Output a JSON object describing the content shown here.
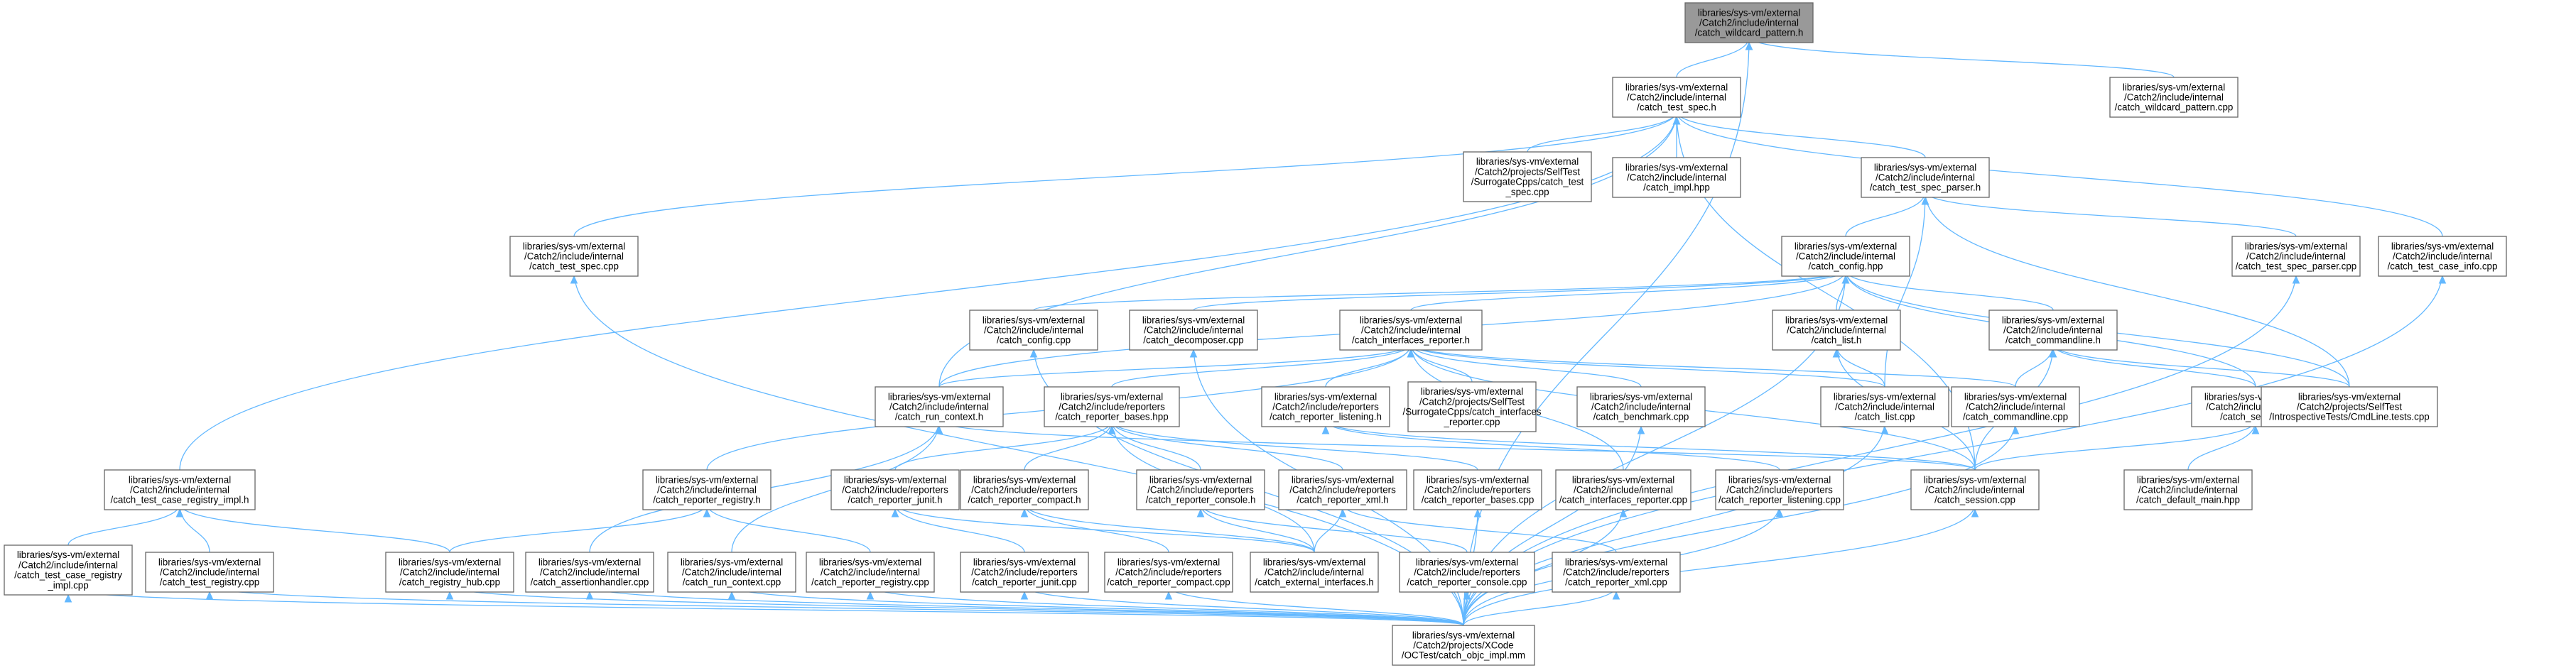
{
  "nodes": [
    {
      "id": "n_wildcard_h",
      "lines": [
        "libraries/sys-vm/external",
        "/Catch2/include/internal",
        "/catch_wildcard_pattern.h"
      ],
      "root": true
    },
    {
      "id": "n_test_spec_h",
      "lines": [
        "libraries/sys-vm/external",
        "/Catch2/include/internal",
        "/catch_test_spec.h"
      ]
    },
    {
      "id": "n_wildcard_cpp",
      "lines": [
        "libraries/sys-vm/external",
        "/Catch2/include/internal",
        "/catch_wildcard_pattern.cpp"
      ]
    },
    {
      "id": "n_surrogate_test_spec",
      "lines": [
        "libraries/sys-vm/external",
        "/Catch2/projects/SelfTest",
        "/SurrogateCpps/catch_test",
        "_spec.cpp"
      ]
    },
    {
      "id": "n_impl_hpp",
      "lines": [
        "libraries/sys-vm/external",
        "/Catch2/include/internal",
        "/catch_impl.hpp"
      ]
    },
    {
      "id": "n_test_spec_parser_h",
      "lines": [
        "libraries/sys-vm/external",
        "/Catch2/include/internal",
        "/catch_test_spec_parser.h"
      ]
    },
    {
      "id": "n_test_spec_cpp",
      "lines": [
        "libraries/sys-vm/external",
        "/Catch2/include/internal",
        "/catch_test_spec.cpp"
      ]
    },
    {
      "id": "n_config_hpp",
      "lines": [
        "libraries/sys-vm/external",
        "/Catch2/include/internal",
        "/catch_config.hpp"
      ]
    },
    {
      "id": "n_test_spec_parser_cpp",
      "lines": [
        "libraries/sys-vm/external",
        "/Catch2/include/internal",
        "/catch_test_spec_parser.cpp"
      ]
    },
    {
      "id": "n_test_case_info_cpp",
      "lines": [
        "libraries/sys-vm/external",
        "/Catch2/include/internal",
        "/catch_test_case_info.cpp"
      ]
    },
    {
      "id": "n_config_cpp",
      "lines": [
        "libraries/sys-vm/external",
        "/Catch2/include/internal",
        "/catch_config.cpp"
      ]
    },
    {
      "id": "n_decomposer_cpp",
      "lines": [
        "libraries/sys-vm/external",
        "/Catch2/include/internal",
        "/catch_decomposer.cpp"
      ]
    },
    {
      "id": "n_interfaces_reporter_h",
      "lines": [
        "libraries/sys-vm/external",
        "/Catch2/include/internal",
        "/catch_interfaces_reporter.h"
      ]
    },
    {
      "id": "n_list_h",
      "lines": [
        "libraries/sys-vm/external",
        "/Catch2/include/internal",
        "/catch_list.h"
      ]
    },
    {
      "id": "n_commandline_h",
      "lines": [
        "libraries/sys-vm/external",
        "/Catch2/include/internal",
        "/catch_commandline.h"
      ]
    },
    {
      "id": "n_run_context_h",
      "lines": [
        "libraries/sys-vm/external",
        "/Catch2/include/internal",
        "/catch_run_context.h"
      ]
    },
    {
      "id": "n_reporter_bases_hpp",
      "lines": [
        "libraries/sys-vm/external",
        "/Catch2/include/reporters",
        "/catch_reporter_bases.hpp"
      ]
    },
    {
      "id": "n_reporter_listening_h",
      "lines": [
        "libraries/sys-vm/external",
        "/Catch2/include/reporters",
        "/catch_reporter_listening.h"
      ]
    },
    {
      "id": "n_surrogate_interfaces_reporter",
      "lines": [
        "libraries/sys-vm/external",
        "/Catch2/projects/SelfTest",
        "/SurrogateCpps/catch_interfaces",
        "_reporter.cpp"
      ]
    },
    {
      "id": "n_benchmark_cpp",
      "lines": [
        "libraries/sys-vm/external",
        "/Catch2/include/internal",
        "/catch_benchmark.cpp"
      ]
    },
    {
      "id": "n_list_cpp",
      "lines": [
        "libraries/sys-vm/external",
        "/Catch2/include/internal",
        "/catch_list.cpp"
      ]
    },
    {
      "id": "n_commandline_cpp",
      "lines": [
        "libraries/sys-vm/external",
        "/Catch2/include/internal",
        "/catch_commandline.cpp"
      ]
    },
    {
      "id": "n_session_h",
      "lines": [
        "libraries/sys-vm/external",
        "/Catch2/include/internal",
        "/catch_session.h"
      ]
    },
    {
      "id": "n_cmdline_tests",
      "lines": [
        "libraries/sys-vm/external",
        "/Catch2/projects/SelfTest",
        "/IntrospectiveTests/CmdLine.tests.cpp"
      ]
    },
    {
      "id": "n_test_case_registry_impl_h",
      "lines": [
        "libraries/sys-vm/external",
        "/Catch2/include/internal",
        "/catch_test_case_registry_impl.h"
      ]
    },
    {
      "id": "n_reporter_registry_h",
      "lines": [
        "libraries/sys-vm/external",
        "/Catch2/include/internal",
        "/catch_reporter_registry.h"
      ]
    },
    {
      "id": "n_reporter_junit_h",
      "lines": [
        "libraries/sys-vm/external",
        "/Catch2/include/reporters",
        "/catch_reporter_junit.h"
      ]
    },
    {
      "id": "n_reporter_compact_h",
      "lines": [
        "libraries/sys-vm/external",
        "/Catch2/include/reporters",
        "/catch_reporter_compact.h"
      ]
    },
    {
      "id": "n_reporter_console_h",
      "lines": [
        "libraries/sys-vm/external",
        "/Catch2/include/reporters",
        "/catch_reporter_console.h"
      ]
    },
    {
      "id": "n_reporter_xml_h",
      "lines": [
        "libraries/sys-vm/external",
        "/Catch2/include/reporters",
        "/catch_reporter_xml.h"
      ]
    },
    {
      "id": "n_reporter_bases_cpp",
      "lines": [
        "libraries/sys-vm/external",
        "/Catch2/include/reporters",
        "/catch_reporter_bases.cpp"
      ]
    },
    {
      "id": "n_interfaces_reporter_cpp",
      "lines": [
        "libraries/sys-vm/external",
        "/Catch2/include/internal",
        "/catch_interfaces_reporter.cpp"
      ]
    },
    {
      "id": "n_reporter_listening_cpp",
      "lines": [
        "libraries/sys-vm/external",
        "/Catch2/include/reporters",
        "/catch_reporter_listening.cpp"
      ]
    },
    {
      "id": "n_session_cpp",
      "lines": [
        "libraries/sys-vm/external",
        "/Catch2/include/internal",
        "/catch_session.cpp"
      ]
    },
    {
      "id": "n_default_main_hpp",
      "lines": [
        "libraries/sys-vm/external",
        "/Catch2/include/internal",
        "/catch_default_main.hpp"
      ]
    },
    {
      "id": "n_test_case_registry_impl_cpp",
      "lines": [
        "libraries/sys-vm/external",
        "/Catch2/include/internal",
        "/catch_test_case_registry",
        "_impl.cpp"
      ]
    },
    {
      "id": "n_test_registry_cpp",
      "lines": [
        "libraries/sys-vm/external",
        "/Catch2/include/internal",
        "/catch_test_registry.cpp"
      ]
    },
    {
      "id": "n_registry_hub_cpp",
      "lines": [
        "libraries/sys-vm/external",
        "/Catch2/include/internal",
        "/catch_registry_hub.cpp"
      ]
    },
    {
      "id": "n_assertionhandler_cpp",
      "lines": [
        "libraries/sys-vm/external",
        "/Catch2/include/internal",
        "/catch_assertionhandler.cpp"
      ]
    },
    {
      "id": "n_run_context_cpp",
      "lines": [
        "libraries/sys-vm/external",
        "/Catch2/include/internal",
        "/catch_run_context.cpp"
      ]
    },
    {
      "id": "n_reporter_registry_cpp",
      "lines": [
        "libraries/sys-vm/external",
        "/Catch2/include/internal",
        "/catch_reporter_registry.cpp"
      ]
    },
    {
      "id": "n_reporter_junit_cpp",
      "lines": [
        "libraries/sys-vm/external",
        "/Catch2/include/reporters",
        "/catch_reporter_junit.cpp"
      ]
    },
    {
      "id": "n_reporter_compact_cpp",
      "lines": [
        "libraries/sys-vm/external",
        "/Catch2/include/reporters",
        "/catch_reporter_compact.cpp"
      ]
    },
    {
      "id": "n_external_interfaces_h",
      "lines": [
        "libraries/sys-vm/external",
        "/Catch2/include/internal",
        "/catch_external_interfaces.h"
      ]
    },
    {
      "id": "n_reporter_console_cpp",
      "lines": [
        "libraries/sys-vm/external",
        "/Catch2/include/reporters",
        "/catch_reporter_console.cpp"
      ]
    },
    {
      "id": "n_reporter_xml_cpp",
      "lines": [
        "libraries/sys-vm/external",
        "/Catch2/include/reporters",
        "/catch_reporter_xml.cpp"
      ]
    },
    {
      "id": "n_objc_impl_mm",
      "lines": [
        "libraries/sys-vm/external",
        "/Catch2/projects/XCode",
        "/OCTest/catch_objc_impl.mm"
      ]
    }
  ],
  "edges": [
    [
      "n_test_spec_h",
      "n_wildcard_h"
    ],
    [
      "n_wildcard_cpp",
      "n_wildcard_h"
    ],
    [
      "n_objc_impl_mm",
      "n_wildcard_h"
    ],
    [
      "n_surrogate_test_spec",
      "n_test_spec_h"
    ],
    [
      "n_impl_hpp",
      "n_test_spec_h"
    ],
    [
      "n_test_spec_parser_h",
      "n_test_spec_h"
    ],
    [
      "n_test_spec_cpp",
      "n_test_spec_h"
    ],
    [
      "n_test_case_info_cpp",
      "n_test_spec_h"
    ],
    [
      "n_test_case_registry_impl_h",
      "n_test_spec_h"
    ],
    [
      "n_run_context_h",
      "n_test_spec_h"
    ],
    [
      "n_session_cpp",
      "n_test_spec_h"
    ],
    [
      "n_config_hpp",
      "n_test_spec_parser_h"
    ],
    [
      "n_test_spec_parser_cpp",
      "n_test_spec_parser_h"
    ],
    [
      "n_list_cpp",
      "n_test_spec_parser_h"
    ],
    [
      "n_cmdline_tests",
      "n_test_spec_parser_h"
    ],
    [
      "n_config_cpp",
      "n_config_hpp"
    ],
    [
      "n_decomposer_cpp",
      "n_config_hpp"
    ],
    [
      "n_interfaces_reporter_h",
      "n_config_hpp"
    ],
    [
      "n_list_h",
      "n_config_hpp"
    ],
    [
      "n_commandline_h",
      "n_config_hpp"
    ],
    [
      "n_run_context_h",
      "n_config_hpp"
    ],
    [
      "n_session_h",
      "n_config_hpp"
    ],
    [
      "n_cmdline_tests",
      "n_config_hpp"
    ],
    [
      "n_objc_impl_mm",
      "n_config_hpp"
    ],
    [
      "n_run_context_h",
      "n_interfaces_reporter_h"
    ],
    [
      "n_reporter_bases_hpp",
      "n_interfaces_reporter_h"
    ],
    [
      "n_reporter_listening_h",
      "n_interfaces_reporter_h"
    ],
    [
      "n_surrogate_interfaces_reporter",
      "n_interfaces_reporter_h"
    ],
    [
      "n_benchmark_cpp",
      "n_interfaces_reporter_h"
    ],
    [
      "n_list_cpp",
      "n_interfaces_reporter_h"
    ],
    [
      "n_commandline_cpp",
      "n_interfaces_reporter_h"
    ],
    [
      "n_reporter_registry_h",
      "n_interfaces_reporter_h"
    ],
    [
      "n_interfaces_reporter_cpp",
      "n_interfaces_reporter_h"
    ],
    [
      "n_session_cpp",
      "n_interfaces_reporter_h"
    ],
    [
      "n_list_cpp",
      "n_list_h"
    ],
    [
      "n_session_cpp",
      "n_list_h"
    ],
    [
      "n_commandline_cpp",
      "n_commandline_h"
    ],
    [
      "n_session_h",
      "n_commandline_h"
    ],
    [
      "n_cmdline_tests",
      "n_commandline_h"
    ],
    [
      "n_session_cpp",
      "n_commandline_h"
    ],
    [
      "n_assertionhandler_cpp",
      "n_run_context_h"
    ],
    [
      "n_run_context_cpp",
      "n_run_context_h"
    ],
    [
      "n_session_cpp",
      "n_run_context_h"
    ],
    [
      "n_reporter_junit_h",
      "n_reporter_bases_hpp"
    ],
    [
      "n_reporter_compact_h",
      "n_reporter_bases_hpp"
    ],
    [
      "n_reporter_console_h",
      "n_reporter_bases_hpp"
    ],
    [
      "n_reporter_xml_h",
      "n_reporter_bases_hpp"
    ],
    [
      "n_reporter_bases_cpp",
      "n_reporter_bases_hpp"
    ],
    [
      "n_external_interfaces_h",
      "n_reporter_bases_hpp"
    ],
    [
      "n_reporter_listening_cpp",
      "n_reporter_listening_h"
    ],
    [
      "n_session_cpp",
      "n_reporter_listening_h"
    ],
    [
      "n_session_cpp",
      "n_session_h"
    ],
    [
      "n_default_main_hpp",
      "n_session_h"
    ],
    [
      "n_test_case_registry_impl_cpp",
      "n_test_case_registry_impl_h"
    ],
    [
      "n_test_registry_cpp",
      "n_test_case_registry_impl_h"
    ],
    [
      "n_registry_hub_cpp",
      "n_test_case_registry_impl_h"
    ],
    [
      "n_registry_hub_cpp",
      "n_reporter_registry_h"
    ],
    [
      "n_reporter_registry_cpp",
      "n_reporter_registry_h"
    ],
    [
      "n_reporter_junit_cpp",
      "n_reporter_junit_h"
    ],
    [
      "n_external_interfaces_h",
      "n_reporter_junit_h"
    ],
    [
      "n_reporter_compact_cpp",
      "n_reporter_compact_h"
    ],
    [
      "n_external_interfaces_h",
      "n_reporter_compact_h"
    ],
    [
      "n_reporter_console_cpp",
      "n_reporter_console_h"
    ],
    [
      "n_external_interfaces_h",
      "n_reporter_console_h"
    ],
    [
      "n_reporter_xml_cpp",
      "n_reporter_xml_h"
    ],
    [
      "n_external_interfaces_h",
      "n_reporter_xml_h"
    ],
    [
      "n_objc_impl_mm",
      "n_test_spec_cpp"
    ],
    [
      "n_objc_impl_mm",
      "n_test_spec_parser_cpp"
    ],
    [
      "n_objc_impl_mm",
      "n_test_case_info_cpp"
    ],
    [
      "n_objc_impl_mm",
      "n_config_cpp"
    ],
    [
      "n_objc_impl_mm",
      "n_decomposer_cpp"
    ],
    [
      "n_objc_impl_mm",
      "n_list_cpp"
    ],
    [
      "n_objc_impl_mm",
      "n_commandline_cpp"
    ],
    [
      "n_objc_impl_mm",
      "n_session_cpp"
    ],
    [
      "n_objc_impl_mm",
      "n_reporter_bases_cpp"
    ],
    [
      "n_objc_impl_mm",
      "n_interfaces_reporter_cpp"
    ],
    [
      "n_objc_impl_mm",
      "n_reporter_listening_cpp"
    ],
    [
      "n_objc_impl_mm",
      "n_test_case_registry_impl_cpp"
    ],
    [
      "n_objc_impl_mm",
      "n_test_registry_cpp"
    ],
    [
      "n_objc_impl_mm",
      "n_registry_hub_cpp"
    ],
    [
      "n_objc_impl_mm",
      "n_assertionhandler_cpp"
    ],
    [
      "n_objc_impl_mm",
      "n_run_context_cpp"
    ],
    [
      "n_objc_impl_mm",
      "n_reporter_registry_cpp"
    ],
    [
      "n_objc_impl_mm",
      "n_reporter_junit_cpp"
    ],
    [
      "n_objc_impl_mm",
      "n_reporter_compact_cpp"
    ],
    [
      "n_objc_impl_mm",
      "n_reporter_console_cpp"
    ],
    [
      "n_objc_impl_mm",
      "n_reporter_xml_cpp"
    ],
    [
      "n_objc_impl_mm",
      "n_benchmark_cpp"
    ]
  ]
}
